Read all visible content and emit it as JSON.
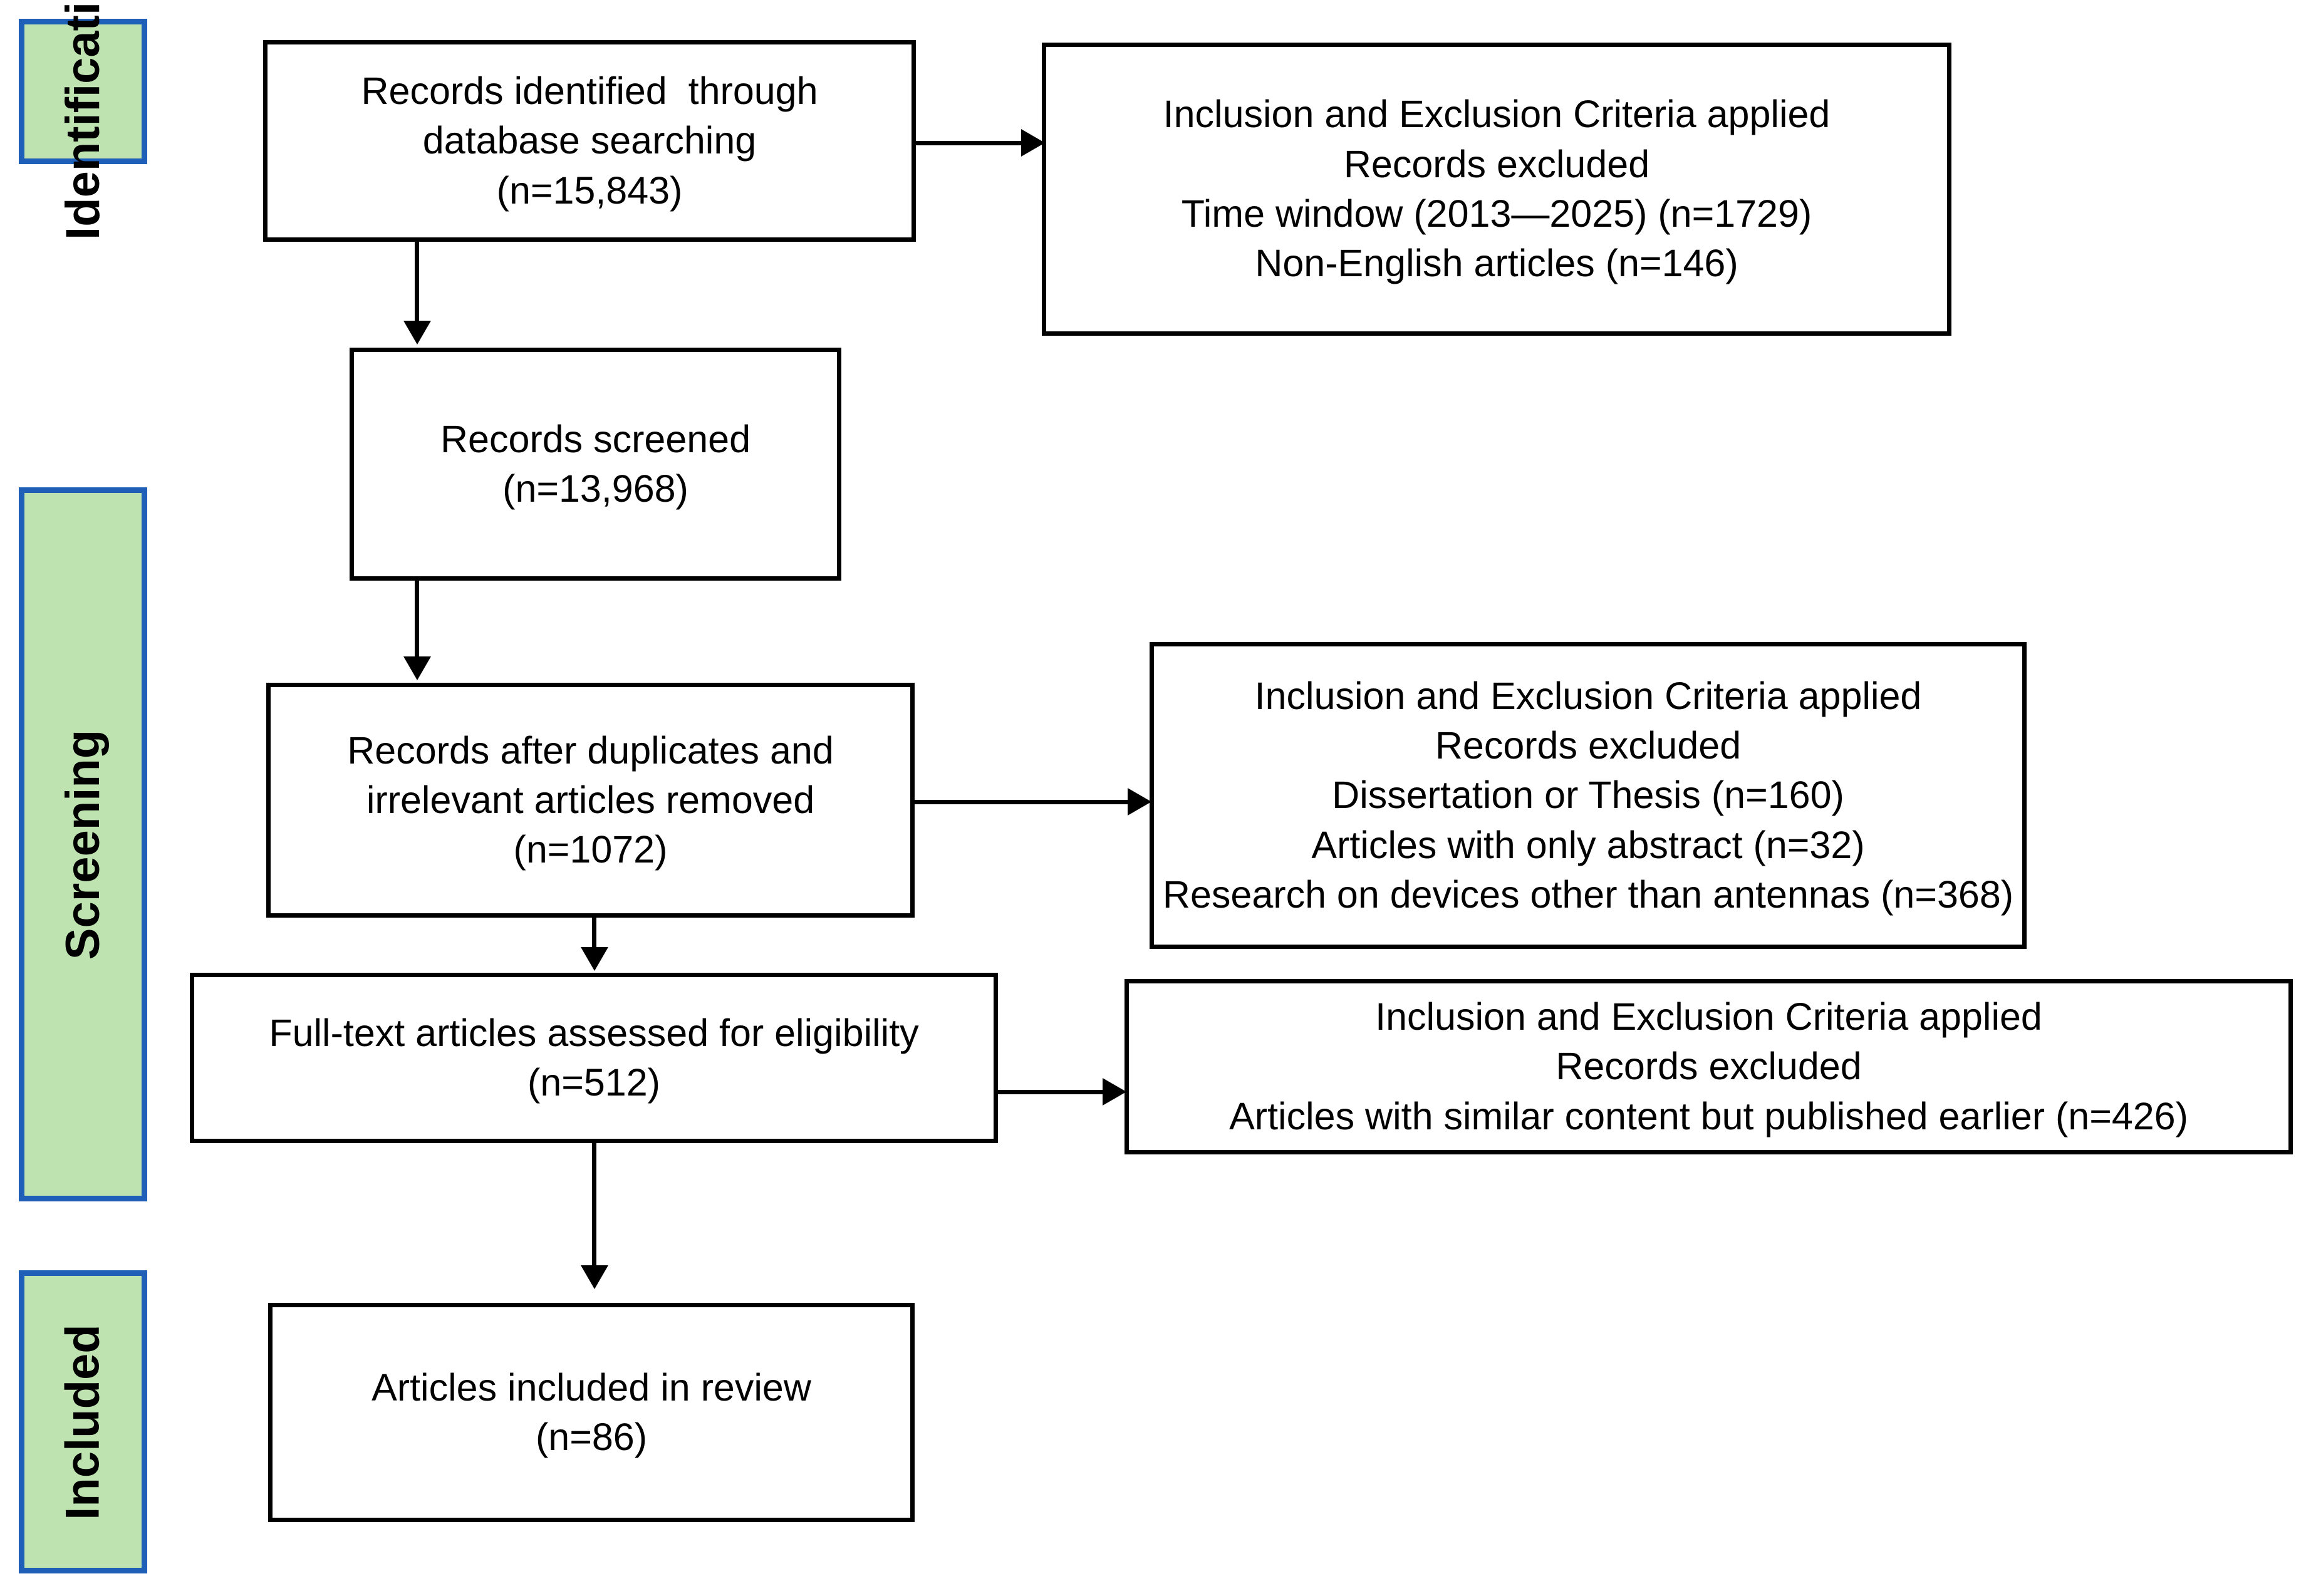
{
  "diagram": {
    "type": "prisma-flow-diagram",
    "stages": [
      {
        "id": "identification",
        "label": "Identification"
      },
      {
        "id": "screening",
        "label": "Screening"
      },
      {
        "id": "included",
        "label": "Included"
      }
    ],
    "colors": {
      "stage_fill": "#bfe3b0",
      "stage_border": "#1f5fb8",
      "box_border": "#000000",
      "box_fill": "#ffffff",
      "text": "#000000",
      "connector": "#000000"
    },
    "boxes": {
      "identified": {
        "lines": [
          "Records identified  through",
          "database searching",
          "(n=15,843)"
        ]
      },
      "excluded_identification": {
        "lines": [
          "Inclusion and Exclusion Criteria applied",
          "Records excluded",
          "Time window (2013—2025) (n=1729)",
          "Non-English articles (n=146)"
        ]
      },
      "screened": {
        "lines": [
          "Records screened",
          "(n=13,968)"
        ]
      },
      "after_duplicates": {
        "lines": [
          "Records after duplicates and",
          "irrelevant articles removed",
          "(n=1072)"
        ]
      },
      "excluded_screening": {
        "lines": [
          "Inclusion and Exclusion Criteria applied",
          "Records excluded",
          "Dissertation or Thesis (n=160)",
          "Articles with only abstract (n=32)",
          "Research on devices other than antennas (n=368)"
        ]
      },
      "fulltext": {
        "lines": [
          "Full-text articles assessed for eligibility",
          "(n=512)"
        ]
      },
      "excluded_eligibility": {
        "lines": [
          "Inclusion and Exclusion Criteria applied",
          "Records excluded",
          "Articles with similar content but published earlier (n=426)"
        ]
      },
      "included_review": {
        "lines": [
          "Articles included in review",
          "(n=86)"
        ]
      }
    },
    "counts": {
      "records_identified": 15843,
      "excluded_time_window": 1729,
      "excluded_non_english": 146,
      "records_screened": 13968,
      "records_after_duplicates": 1072,
      "excluded_dissertation_thesis": 160,
      "excluded_abstract_only": 32,
      "excluded_other_devices": 368,
      "fulltext_assessed": 512,
      "excluded_similar_content": 426,
      "articles_included": 86
    }
  }
}
